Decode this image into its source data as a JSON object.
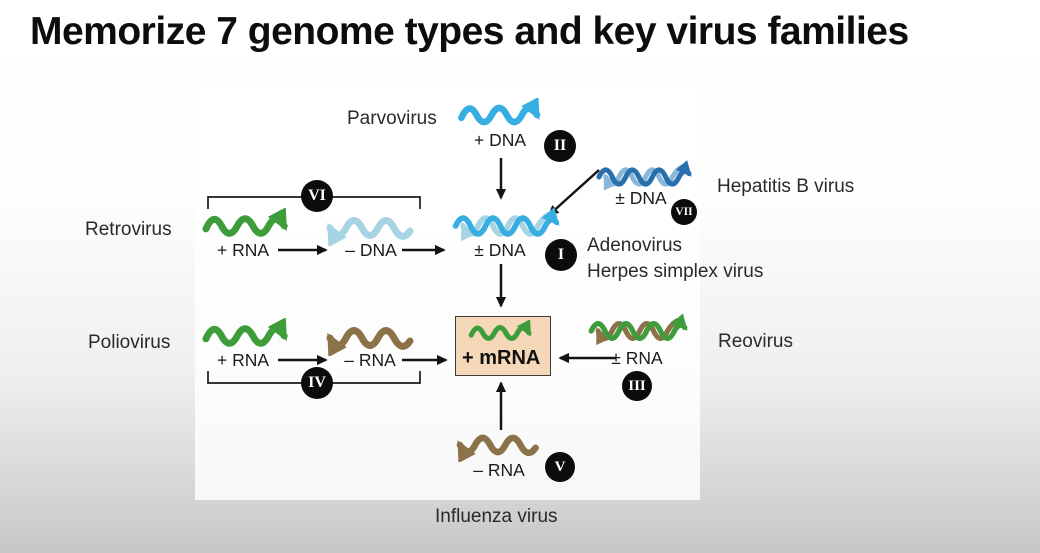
{
  "title": "Memorize 7 genome types and key virus families",
  "diagram": {
    "nodes": {
      "parvovirus": {
        "virus": "Parvovirus",
        "genome": "+ DNA",
        "numeral": "II"
      },
      "hepatitis_b": {
        "virus": "Hepatitis B virus",
        "genome": "± DNA",
        "numeral": "VII"
      },
      "retrovirus": {
        "virus": "Retrovirus",
        "genome": "+ RNA",
        "numeral": "VI"
      },
      "retro_minus_dna": {
        "genome": "– DNA"
      },
      "ds_dna_center": {
        "virus_line1": "Adenovirus",
        "virus_line2": "Herpes simplex virus",
        "genome": "± DNA",
        "numeral": "I"
      },
      "poliovirus": {
        "virus": "Poliovirus",
        "genome": "+ RNA",
        "numeral": "IV"
      },
      "polio_minus_rna": {
        "genome": "– RNA"
      },
      "mrna": {
        "genome": "+ mRNA"
      },
      "reovirus": {
        "virus": "Reovirus",
        "genome": "± RNA",
        "numeral": "III"
      },
      "influenza": {
        "virus": "Influenza virus",
        "genome": "– RNA",
        "numeral": "V"
      }
    },
    "colors": {
      "positive_strand_green": "#3f9c3b",
      "dna_bright_blue": "#36aee1",
      "minus_dna_pale_blue": "#a6d4e2",
      "hepatitis_light_blue": "#8ab7d8",
      "hepatitis_dark_blue": "#2a6fad",
      "minus_rna_brown": "#8b7249",
      "mrna_box_fill": "#f4d8b8",
      "numeral_badge_black": "#0c0c0c"
    }
  }
}
